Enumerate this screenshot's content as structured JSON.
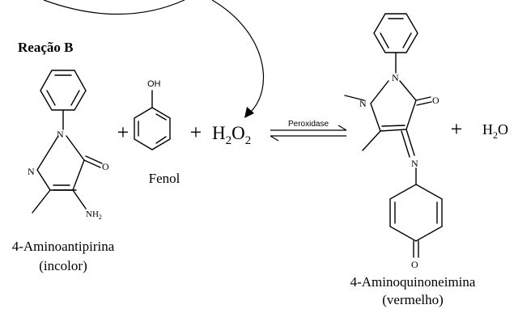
{
  "reaction_title": "Reação B",
  "reactant_1": {
    "name": "4-Aminoantipirina",
    "note": "(incolor)",
    "atoms": {
      "N1": "N",
      "N2": "N",
      "O": "O",
      "NH2": "NH",
      "NH2_sub": "2"
    }
  },
  "reactant_2": {
    "name": "Fenol",
    "atoms": {
      "OH": "OH"
    }
  },
  "reactant_3": {
    "base": "H",
    "sub": "2",
    "base2": "O",
    "sub2": "2"
  },
  "plus_sign": "+",
  "catalyst": "Peroxidase",
  "product_1": {
    "name": "4-Aminoquinoneimina",
    "note": "(vermelho)",
    "atoms": {
      "N1": "N",
      "N2": "N",
      "O_top": "O",
      "N_imine": "N",
      "O_bottom": "O"
    }
  },
  "product_2": {
    "base": "H",
    "sub": "2",
    "base2": "O"
  }
}
